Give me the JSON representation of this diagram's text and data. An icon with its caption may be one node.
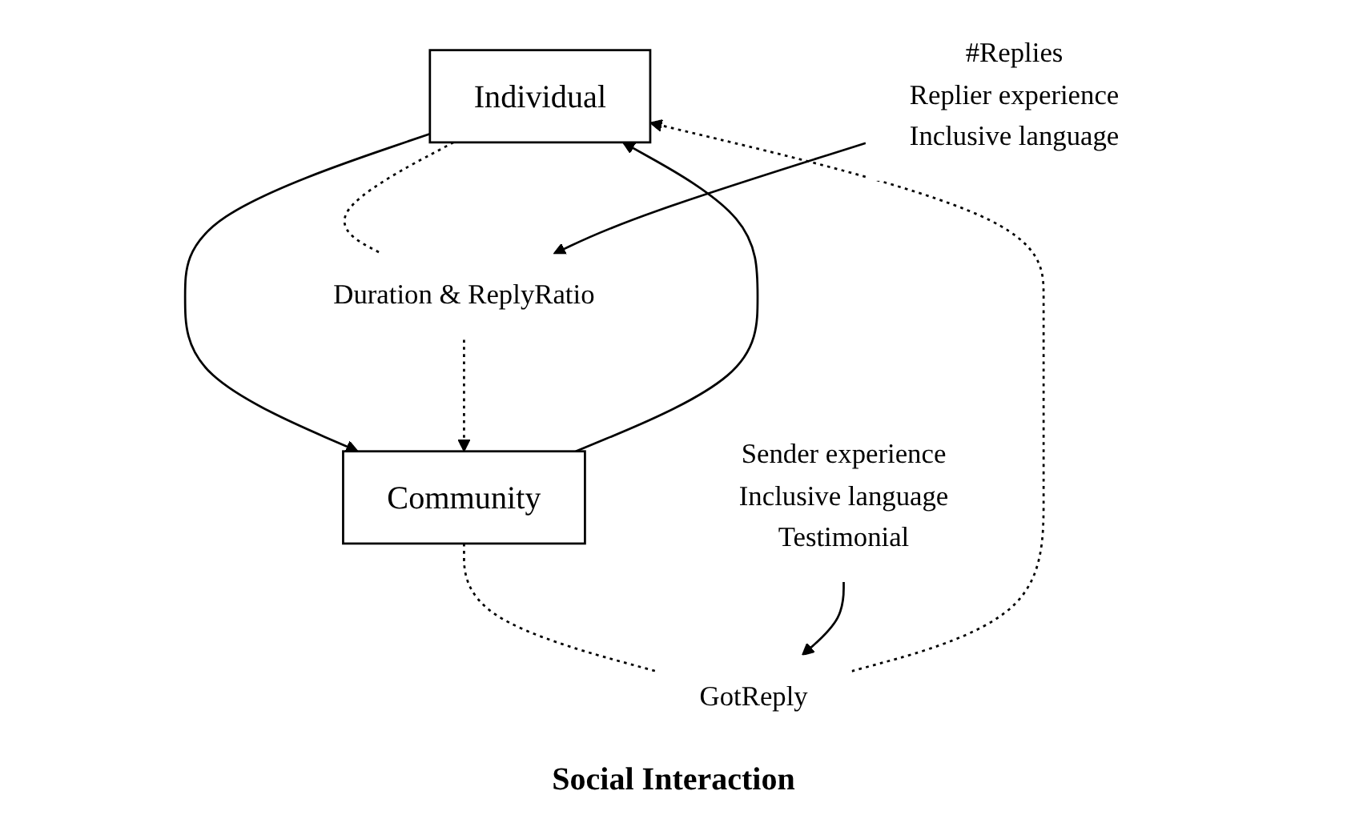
{
  "diagram": {
    "nodes": [
      {
        "text": [
          "Individual"
        ]
      },
      {
        "text": [
          "Community"
        ]
      },
      {
        "text": [
          "Duration & ReplyRatio"
        ]
      },
      {
        "text": [
          "GotReply"
        ]
      },
      {
        "text": [
          "#Replies",
          "Replier experience",
          "Inclusive language"
        ]
      },
      {
        "text": [
          "Sender experience",
          "Inclusive language",
          "Testimonial"
        ]
      }
    ],
    "edges": [
      {
        "from": 1,
        "to": 0,
        "arrow": "to"
      },
      {
        "from": 0,
        "to": 1,
        "arrow": "to"
      },
      {
        "from": 0,
        "to": 2,
        "arrow": "none",
        "style": "dashed"
      },
      {
        "from": 2,
        "to": 1,
        "arrow": "to",
        "style": "dashed"
      },
      {
        "from": 1,
        "to": 3,
        "arrow": "none",
        "style": "dashed"
      },
      {
        "from": 3,
        "to": 0,
        "arrow": "to",
        "style": "dashed"
      },
      {
        "from": 4,
        "to": 2,
        "arrow": "to"
      },
      {
        "from": 5,
        "to": 3,
        "arrow": "to"
      }
    ],
    "labels": [
      "Social Interaction"
    ]
  }
}
